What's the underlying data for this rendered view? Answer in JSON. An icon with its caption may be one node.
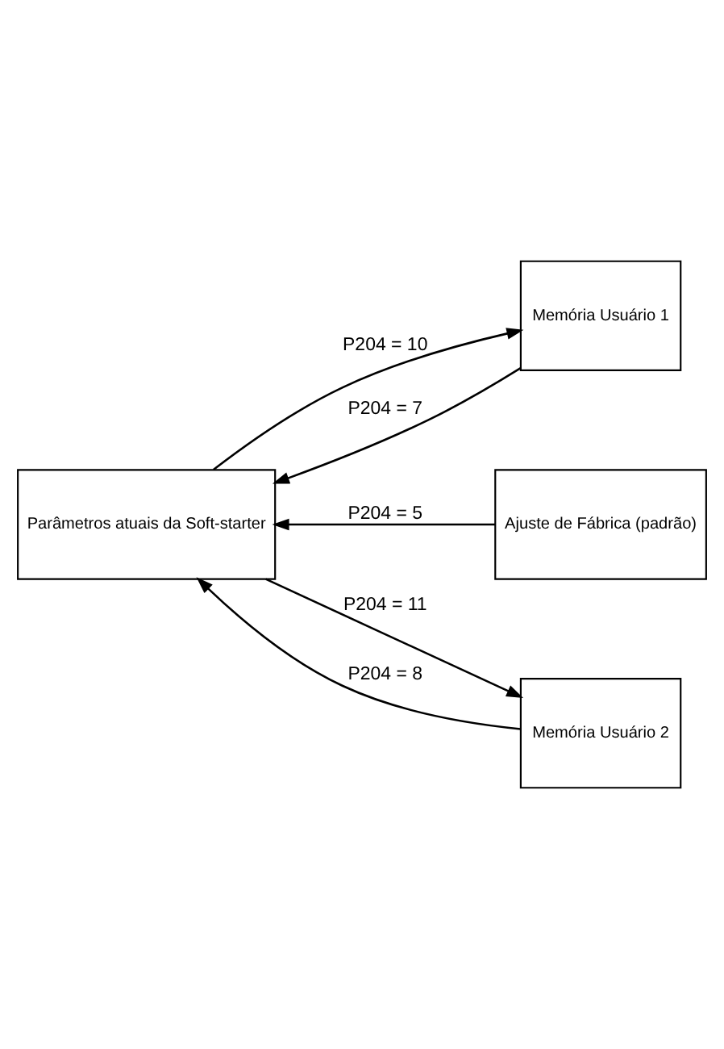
{
  "diagram": {
    "nodes": [
      {
        "text": [
          "Parâmetros atuais da Soft-starter"
        ]
      },
      {
        "text": [
          "Memória Usuário 1"
        ]
      },
      {
        "text": [
          "Ajuste de Fábrica (padrão)"
        ]
      },
      {
        "text": [
          "Memória Usuário 2"
        ]
      }
    ],
    "edges": [
      {
        "from": 0,
        "to": 1,
        "arrow": "to",
        "label": "P204 = 10"
      },
      {
        "from": 1,
        "to": 0,
        "arrow": "to",
        "label": "P204 = 7"
      },
      {
        "from": 2,
        "to": 0,
        "arrow": "to",
        "label": "P204 = 5"
      },
      {
        "from": 0,
        "to": 3,
        "arrow": "to",
        "label": "P204 = 11"
      },
      {
        "from": 3,
        "to": 0,
        "arrow": "to",
        "label": "P204 = 8"
      }
    ]
  }
}
